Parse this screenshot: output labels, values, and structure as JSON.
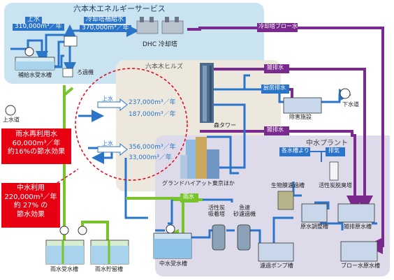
{
  "zones": {
    "energy": "六本木エネルギーサービス",
    "hills": "六本木ヒルズ",
    "plant": "中水プラント"
  },
  "energy": {
    "water_in": "上水",
    "water_in_volume": "310,000m³／年",
    "cooling_supply": "冷却塔補給水",
    "cooling_supply_volume": "370,000m³／年",
    "dhc": "DHC 冷却塔",
    "make_up_tank": "補給水受水槽",
    "filter": "ろ過機"
  },
  "sewer_left": "上水道",
  "sewer_right": "下水道",
  "pipes": {
    "cooling_blow": "冷却塔ブロー水",
    "misc_drain_1": "雑排水",
    "kitchen_drain": "厨房排水",
    "misc_drain_2": "雑排水",
    "rainwater": "雨水"
  },
  "hills": {
    "tower": "森タワー",
    "hotel": "グランドハイアット東京ほか",
    "tower_in": "上水",
    "tower_in_volume": "237,000m³／年",
    "tower_reuse_volume": "187,000m³／年",
    "hotel_in": "上水",
    "hotel_in_volume": "356,000m³／年",
    "hotel_reuse_volume": "33,000m³／年"
  },
  "callouts": {
    "rain_line1": "雨水再利用水",
    "rain_line2": "60,000m³／年",
    "rain_line3": "約16%の節水効果",
    "grey_line1": "中水利用",
    "grey_line2": "220,000m³／年",
    "grey_line3": "約 27% の",
    "grey_line4": "節水効果"
  },
  "plant": {
    "from_tank": "各水槽より",
    "exhaust": "排気",
    "deodorize": "活性炭脱臭塔",
    "bio_filter": "生物膜濾過槽",
    "raw_adjust": "原水調整槽",
    "misc_raw": "雑排原水槽",
    "carbon_tower": "活性炭\n吸着塔",
    "sand_filter": "急速\n砂濾過機",
    "grey_tank": "中水受水槽",
    "pump_tank": "濾過ポンプ槽",
    "blow_raw": "ブロー水原水槽",
    "removal": "除害施設"
  },
  "bottom": {
    "rain_receive": "雨水受水槽",
    "rain_storage": "雨水貯留槽"
  },
  "colors": {
    "energy_bg": "#c9e3f1",
    "hills_bg": "#ece8de",
    "plant_bg": "#dddbea",
    "blue": "#2a74c9",
    "purple": "#7a2a8e",
    "green": "#79c42d",
    "red": "#e60012"
  }
}
